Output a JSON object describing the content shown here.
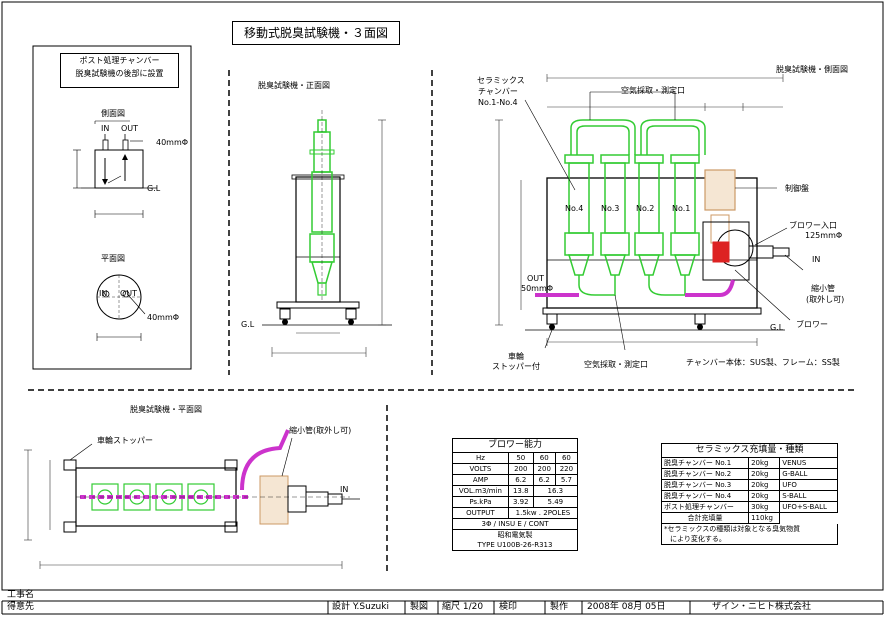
{
  "title": "移動式脱臭試験機・３面図",
  "front_view": {
    "caption": "脱臭試験機・正面図",
    "gl": "G.L"
  },
  "side_view": {
    "caption": "脱臭試験機・側面図",
    "ceramic_label": [
      "セラミックス",
      "チャンバー",
      "No.1-No.4"
    ],
    "air_sample_top": "空気採取・測定口",
    "air_sample_bottom": "空気採取・測定口",
    "control_panel": "制御盤",
    "blower_inlet": [
      "ブロワー入口",
      "125mmΦ"
    ],
    "in": "IN",
    "reducer": [
      "縮小管",
      "(取外し可)"
    ],
    "blower": "ブロワー",
    "out": [
      "OUT",
      "50mmΦ"
    ],
    "gl": "G.L",
    "wheel": [
      "車輪",
      "ストッパー付"
    ],
    "material": "チャンバー本体：SUS製、フレーム：SS製",
    "chambers": [
      "No.4",
      "No.3",
      "No.2",
      "No.1"
    ]
  },
  "post_chamber": {
    "box": [
      "ポスト処理チャンバー",
      "脱臭試験機の後部に設置"
    ],
    "side_caption": "側面図",
    "plan_caption": "平面図",
    "in": "IN",
    "out": "OUT",
    "dia_side": "40mmΦ",
    "dia_plan": "40mmΦ",
    "gl": "G.L"
  },
  "plan_view": {
    "caption": "脱臭試験機・平面図",
    "wheel_stopper": "車輪ストッパー",
    "reducer": "縮小管(取外し可)",
    "in": "IN"
  },
  "blower_table": {
    "title": "ブロワー能力",
    "rows": [
      [
        "Hz",
        "50",
        "60",
        "60"
      ],
      [
        "VOLTS",
        "200",
        "200",
        "220"
      ],
      [
        "AMP",
        "6.2",
        "6.2",
        "5.7"
      ]
    ],
    "vol": [
      "VOL.m3/min",
      "13.8",
      "16.3"
    ],
    "ps": [
      "Ps.kPa",
      "3.92",
      "5.49"
    ],
    "output": [
      "OUTPUT",
      "1.5kw . 2POLES"
    ],
    "phase": "3Φ / INSU E / CONT",
    "maker": "昭和電気製",
    "type": "TYPE U100B-26-R313"
  },
  "ceramic_table": {
    "title": "セラミックス充填量・種類",
    "rows": [
      [
        "脱臭チャンバー No.1",
        "20kg",
        "VENUS"
      ],
      [
        "脱臭チャンバー No.2",
        "20kg",
        "G-BALL"
      ],
      [
        "脱臭チャンバー No.3",
        "20kg",
        "UFO"
      ],
      [
        "脱臭チャンバー No.4",
        "20kg",
        "S-BALL"
      ],
      [
        "ポスト処理チャンバー",
        "30kg",
        "UFO+S-BALL"
      ]
    ],
    "total": [
      "合計充填量",
      "110kg"
    ],
    "note": [
      "*セラミックスの種類は対象となる臭気物質",
      "により変化する。"
    ]
  },
  "footer": {
    "project": "工事名",
    "client": "得意先",
    "design": "設計 Y.Suzuki",
    "drawn": "製図",
    "scale": "縮尺 1/20",
    "check": "検印",
    "made": "製作",
    "date": "2008年 08月 05日",
    "company": "ザイン・ニヒト株式会社"
  },
  "colors": {
    "chamber": "#33cc33",
    "hose": "#cc33cc",
    "panel": "#cc9966",
    "blower": "#dd2222",
    "dim": "#333333"
  }
}
